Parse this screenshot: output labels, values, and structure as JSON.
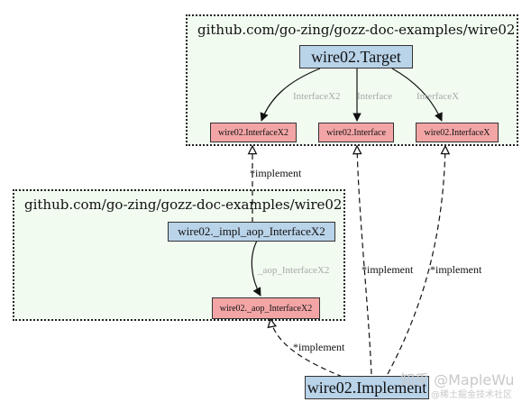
{
  "clusters": {
    "top": {
      "label": "github.com/go-zing/gozz-doc-examples/wire02"
    },
    "bottom": {
      "label": "github.com/go-zing/gozz-doc-examples/wire02"
    }
  },
  "nodes": {
    "target": "wire02.Target",
    "interface_x2": "wire02.InterfaceX2",
    "interface": "wire02.Interface",
    "interface_x": "wire02.InterfaceX",
    "impl_aop": "wire02._impl_aop_InterfaceX2",
    "aop_interface_x2": "wire02._aop_InterfaceX2",
    "implement": "wire02.Implement"
  },
  "edges": {
    "target_to_x2": "InterfaceX2",
    "target_to_interface": "Interface",
    "target_to_x": "InterfaceX",
    "impl_to_aop": "_aop_InterfaceX2",
    "impl_implements_x2": "*implement",
    "implement_interface": "*implement",
    "implement_x": "*implement",
    "implement_aop": "*implement"
  },
  "watermark": {
    "line1": "知乎 @MapleWu",
    "line2": "@稀土掘金技术社区"
  },
  "colors": {
    "cluster_fill": "#f1fbf0",
    "node_blue": "#b9d3e9",
    "node_pink": "#f3a5a5",
    "grey_label": "#a8a8a8"
  }
}
